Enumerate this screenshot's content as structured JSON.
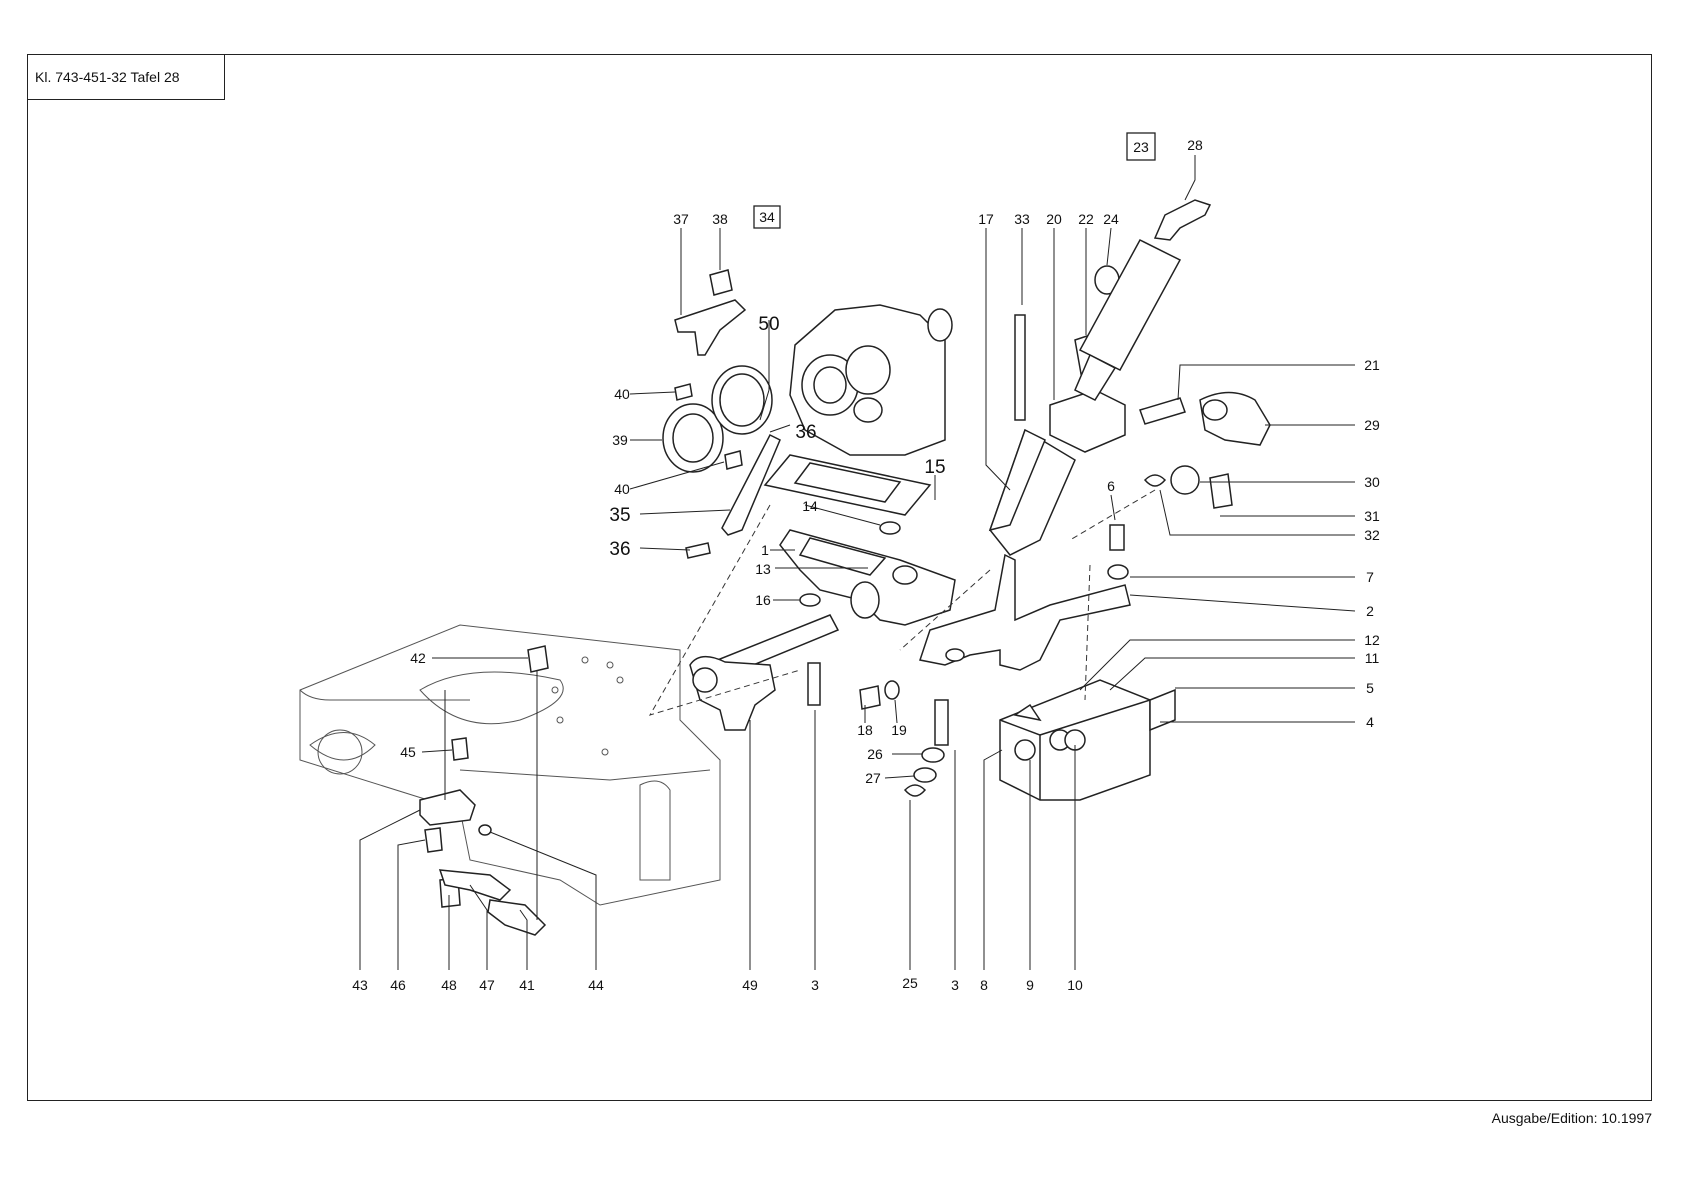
{
  "header": {
    "plate_title": "Kl. 743-451-32  Tafel 28"
  },
  "footer": {
    "edition": "Ausgabe/Edition: 10.1997"
  },
  "boxed_refs": [
    "23",
    "34"
  ],
  "callouts": {
    "c1": "1",
    "c2": "2",
    "c3a": "3",
    "c3b": "3",
    "c4": "4",
    "c5": "5",
    "c6": "6",
    "c7": "7",
    "c8": "8",
    "c9": "9",
    "c10": "10",
    "c11": "11",
    "c12": "12",
    "c13": "13",
    "c14": "14",
    "c15": "15",
    "c16": "16",
    "c17": "17",
    "c18": "18",
    "c19": "19",
    "c20": "20",
    "c21": "21",
    "c22": "22",
    "c24": "24",
    "c25": "25",
    "c26": "26",
    "c27": "27",
    "c28": "28",
    "c29": "29",
    "c30": "30",
    "c31": "31",
    "c32": "32",
    "c33": "33",
    "c35": "35",
    "c36a": "36",
    "c36b": "36",
    "c37": "37",
    "c38": "38",
    "c39": "39",
    "c40a": "40",
    "c40b": "40",
    "c41": "41",
    "c42": "42",
    "c43": "43",
    "c44": "44",
    "c45": "45",
    "c46": "46",
    "c47": "47",
    "c48": "48",
    "c49": "49",
    "c50": "50"
  }
}
